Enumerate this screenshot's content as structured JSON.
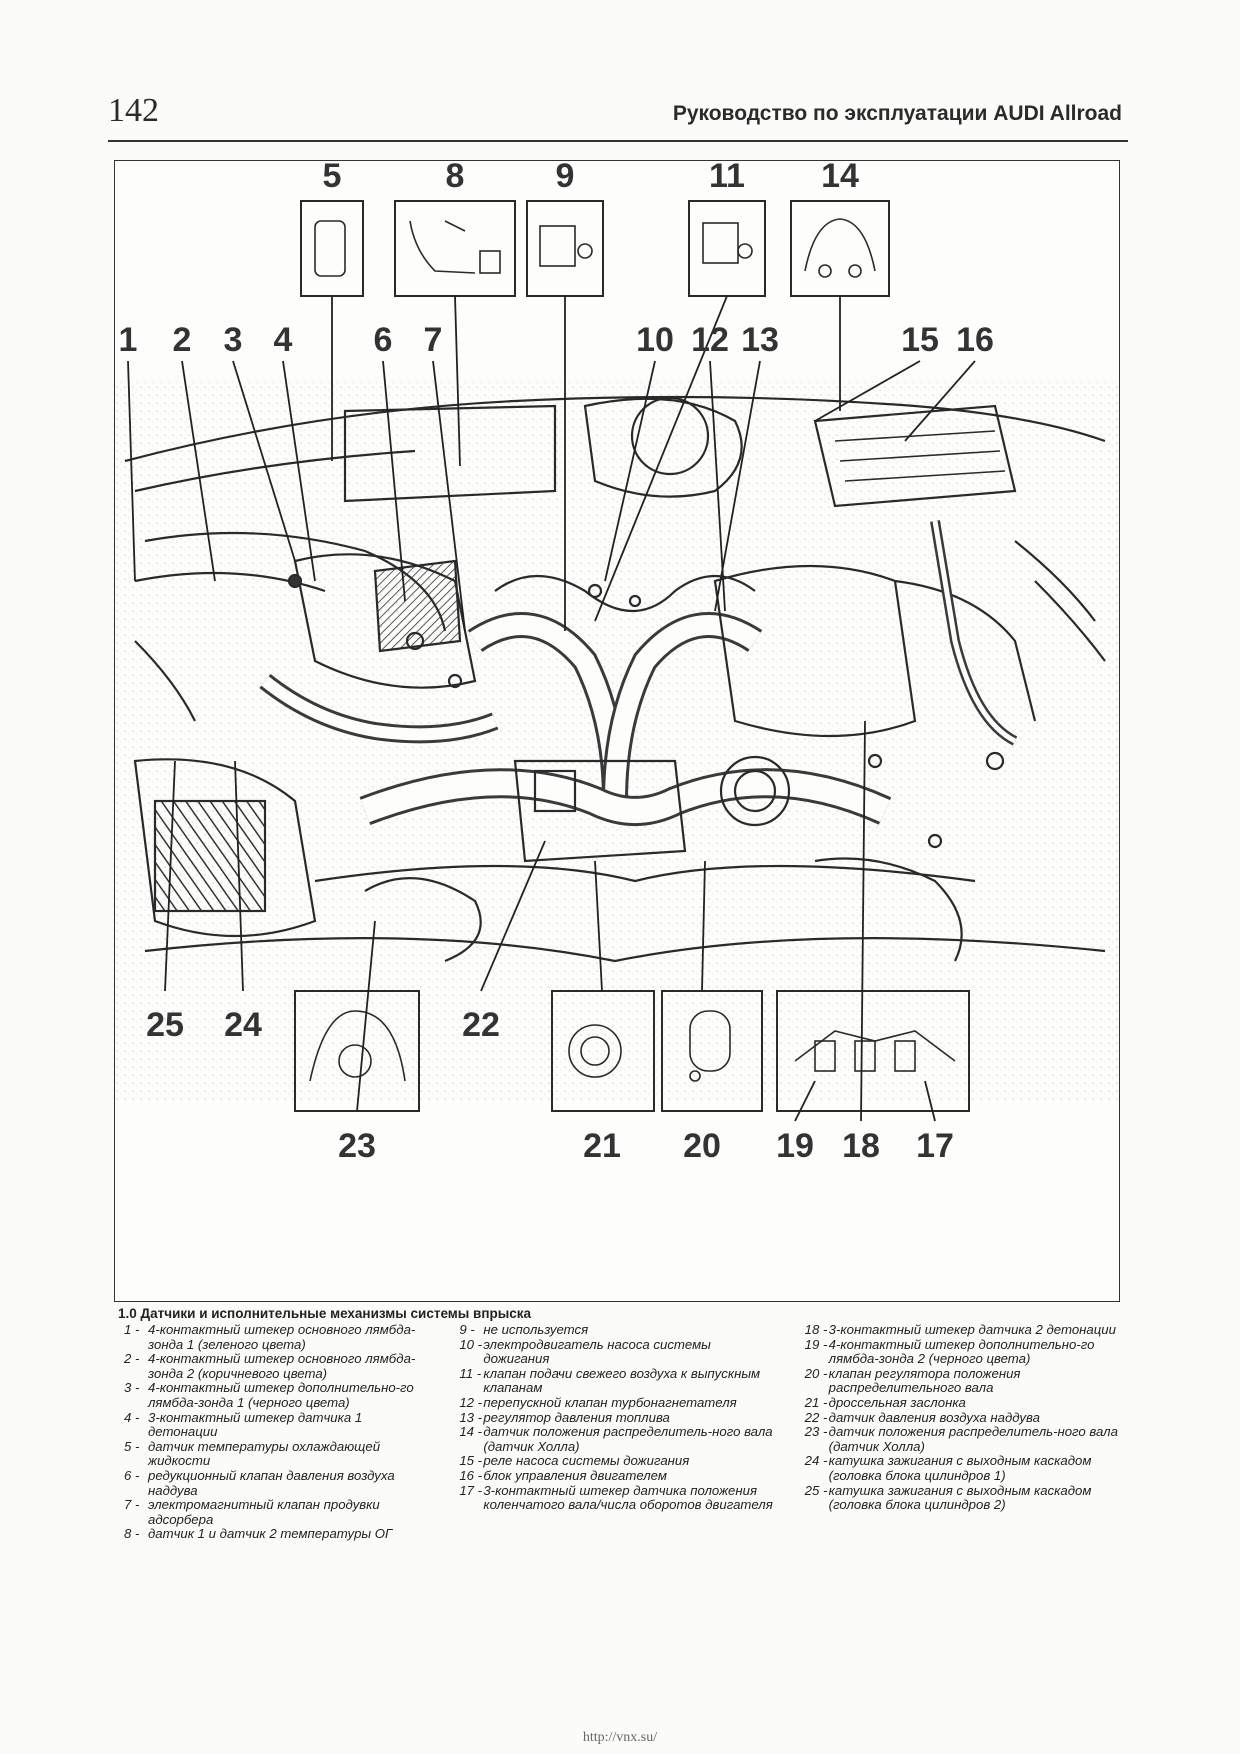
{
  "header": {
    "page_number": "142",
    "title": "Руководство по эксплуатации AUDI Allroad"
  },
  "figure": {
    "callouts_top": [
      "5",
      "8",
      "9",
      "11",
      "14"
    ],
    "callouts_mid": [
      "1",
      "2",
      "3",
      "4",
      "6",
      "7",
      "10",
      "12",
      "13",
      "15",
      "16"
    ],
    "callouts_low": [
      "25",
      "24",
      "22"
    ],
    "callouts_bottom": [
      "23",
      "21",
      "20",
      "19",
      "18",
      "17"
    ]
  },
  "caption": {
    "title": "1.0 Датчики и исполнительные механизмы системы впрыска",
    "columns": [
      [
        {
          "num": "1 -",
          "text": "4-контактный штекер основного лямбда-зонда 1 (зеленого цвета)"
        },
        {
          "num": "2 -",
          "text": "4-контактный штекер основного лямбда-зонда 2 (коричневого цвета)"
        },
        {
          "num": "3 -",
          "text": "4-контактный штекер дополнительно-го лямбда-зонда 1 (черного цвета)"
        },
        {
          "num": "4 -",
          "text": "3-контактный штекер датчика 1 детонации"
        },
        {
          "num": "5 -",
          "text": "датчик температуры охлаждающей жидкости"
        },
        {
          "num": "6 -",
          "text": "редукционный клапан давления воздуха наддува"
        },
        {
          "num": "7 -",
          "text": "электромагнитный клапан продувки адсорбера"
        },
        {
          "num": "8 -",
          "text": "датчик 1 и датчик 2 температуры ОГ"
        }
      ],
      [
        {
          "num": "9 -",
          "text": "не используется"
        },
        {
          "num": "10 -",
          "text": "электродвигатель насоса системы дожигания"
        },
        {
          "num": "11 -",
          "text": "клапан подачи свежего воздуха к выпускным клапанам"
        },
        {
          "num": "12 -",
          "text": "перепускной клапан турбонагнетателя"
        },
        {
          "num": "13 -",
          "text": "регулятор давления топлива"
        },
        {
          "num": "14 -",
          "text": "датчик положения распределитель-ного вала (датчик Холла)"
        },
        {
          "num": "15 -",
          "text": "реле насоса системы дожигания"
        },
        {
          "num": "16 -",
          "text": "блок управления двигателем"
        },
        {
          "num": "17 -",
          "text": "3-контактный штекер датчика положения коленчатого вала/числа оборотов двигателя"
        }
      ],
      [
        {
          "num": "18 -",
          "text": "3-контактный штекер датчика 2 детонации"
        },
        {
          "num": "19 -",
          "text": "4-контактный штекер дополнительно-го лямбда-зонда 2 (черного цвета)"
        },
        {
          "num": "20 -",
          "text": "клапан регулятора положения распределительного вала"
        },
        {
          "num": "21 -",
          "text": "дроссельная заслонка"
        },
        {
          "num": "22 -",
          "text": "датчик давления воздуха наддува"
        },
        {
          "num": "23 -",
          "text": "датчик положения распределитель-ного вала (датчик Холла)"
        },
        {
          "num": "24 -",
          "text": "катушка зажигания с выходным каскадом (головка блока цилиндров 1)"
        },
        {
          "num": "25 -",
          "text": "катушка зажигания с выходным каскадом (головка блока цилиндров 2)"
        }
      ]
    ]
  },
  "footer": {
    "url": "http://vnx.su/"
  }
}
